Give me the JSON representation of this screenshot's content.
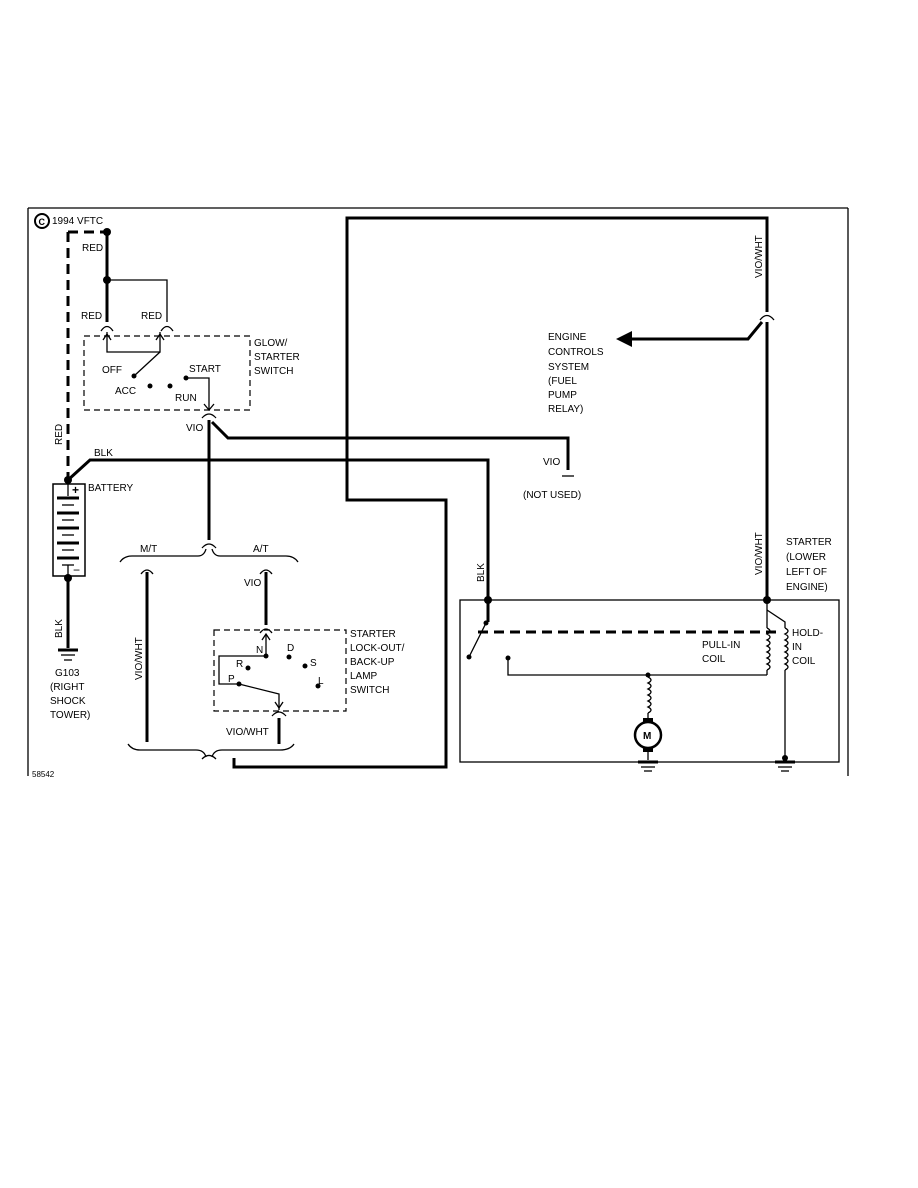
{
  "copyright": "1994 VFTC",
  "copyright_symbol": "C",
  "figure_number": "58542",
  "wire_labels": {
    "red_top": "RED",
    "red_left": "RED",
    "red_right": "RED",
    "red_vertical": "RED",
    "blk_battery": "BLK",
    "blk_ground": "BLK",
    "blk_starter": "BLK",
    "vio_switch": "VIO",
    "vio_not_used": "VIO",
    "vio_at": "VIO",
    "vio_wht_top": "VIO/WHT",
    "vio_wht_starter": "VIO/WHT",
    "vio_wht_mt": "VIO/WHT",
    "vio_wht_lockout": "VIO/WHT"
  },
  "components": {
    "glow_switch": {
      "name_lines": [
        "GLOW/",
        "STARTER",
        "SWITCH"
      ],
      "positions": {
        "off": "OFF",
        "acc": "ACC",
        "start": "START",
        "run": "RUN"
      }
    },
    "battery": {
      "name": "BATTERY",
      "plus": "+",
      "minus": "−"
    },
    "ground": {
      "name_lines": [
        "G103",
        "(RIGHT",
        "SHOCK",
        "TOWER)"
      ]
    },
    "engine_controls": {
      "name_lines": [
        "ENGINE",
        "CONTROLS",
        "SYSTEM",
        "(FUEL",
        "PUMP",
        "RELAY)"
      ]
    },
    "not_used": "(NOT USED)",
    "transmission": {
      "manual": "M/T",
      "automatic": "A/T"
    },
    "lockout_switch": {
      "name_lines": [
        "STARTER",
        "LOCK-OUT/",
        "BACK-UP",
        "LAMP",
        "SWITCH"
      ],
      "gears": {
        "n": "N",
        "d": "D",
        "r": "R",
        "s": "S",
        "p": "P",
        "l": "L"
      }
    },
    "starter": {
      "name_lines": [
        "STARTER",
        "(LOWER",
        "LEFT OF",
        "ENGINE)"
      ],
      "pull_in_lines": [
        "PULL-IN",
        "COIL"
      ],
      "hold_in_lines": [
        "HOLD-",
        "IN",
        "COIL"
      ],
      "motor": "M"
    }
  }
}
